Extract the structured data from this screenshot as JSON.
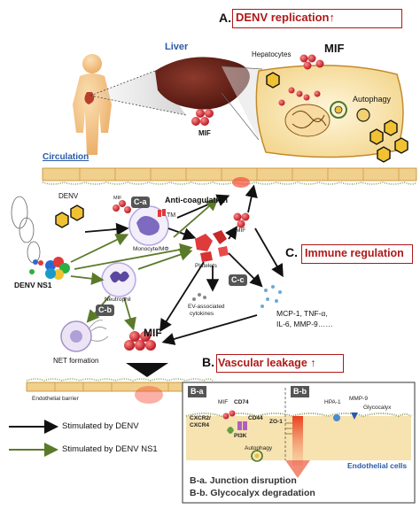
{
  "panels": {
    "a": {
      "letter": "A.",
      "title": "DENV replication↑"
    },
    "b": {
      "letter": "B.",
      "title": "Vascular leakage ↑"
    },
    "c": {
      "letter": "C.",
      "title": "Immune regulation"
    }
  },
  "liver": {
    "label": "Liver",
    "mif": "MIF"
  },
  "hepatocyte": {
    "label": "Hepatocytes",
    "mif": "MIF",
    "autophagy": "Autophagy"
  },
  "circulation": {
    "label": "Circulation",
    "denv": "DENV",
    "ns1": "DENV NS1",
    "ca": "C-a",
    "cb": "C-b",
    "cc": "C-c",
    "mif_small": "MIF",
    "tm": "TM",
    "anti_coag": "Anti-coagulation",
    "mif_right": "MIF",
    "monocyte": "Monocyte/MΦ",
    "platelets": "Platelets",
    "neutrophil": "Neutrophil",
    "ev": "EV-associated",
    "cytokines": "cytokines",
    "cytokine_list_1": "MCP-1, TNF-α,",
    "cytokine_list_2": "IL-6, MMP-9……",
    "net": "NET formation",
    "mif_center": "MIF"
  },
  "endothelium": {
    "barrier": "Endothelial barrier"
  },
  "detail": {
    "ba": "B-a",
    "bb": "B-b",
    "mif": "MIF",
    "cd74": "CD74",
    "cd44": "CD44",
    "cxcr": "CXCR2/",
    "cxcr4": "CXCR4",
    "pi3k": "PI3K",
    "autophagy": "Autophagy",
    "zo1": "ZO-1",
    "hpa1": "HPA-1",
    "mmp9": "MMP-9",
    "glycocalyx": "Glycocalyx",
    "endo_cells": "Endothelial cells",
    "footer_a": "B-a. Junction disruption",
    "footer_b": "B-b. Glycocalyx degradation"
  },
  "legend": {
    "denv": "Stimulated by DENV",
    "ns1": "Stimulated by DENV NS1"
  },
  "colors": {
    "accent_red": "#b01818",
    "arrow_black": "#111111",
    "arrow_green": "#5a7a2a",
    "mif_red": "#d8323a",
    "tissue": "#f7e6b8",
    "vessel": "#e9c98a"
  }
}
